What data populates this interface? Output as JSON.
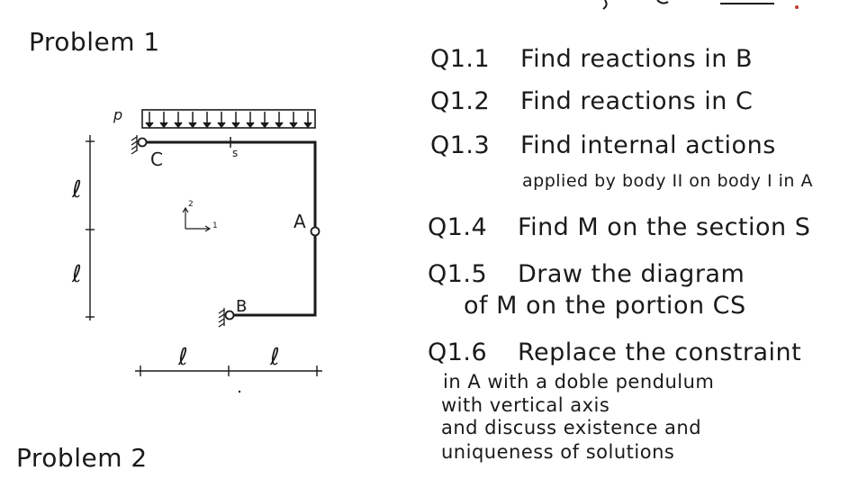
{
  "problem1": {
    "title": "Problem 1"
  },
  "problem2": {
    "title": "Problem 2"
  },
  "diagram": {
    "load_label": "p",
    "label_C": "C",
    "label_S": "s",
    "label_A": "A",
    "label_B": "B",
    "length_symbol": "ℓ",
    "axis_y": "2",
    "axis_x": "1"
  },
  "questions": [
    {
      "num": "Q1.1",
      "text": "Find reactions in B"
    },
    {
      "num": "Q1.2",
      "text": "Find reactions in C"
    },
    {
      "num": "Q1.3",
      "text": "Find internal actions",
      "sub": "applied by body II on body I in A"
    },
    {
      "num": "Q1.4",
      "text": "Find M on the section S"
    },
    {
      "num": "Q1.5",
      "text": "Draw the diagram",
      "sub": "of M on the portion CS"
    },
    {
      "num": "Q1.6",
      "text": "Replace the constraint",
      "sub_lines": [
        "in A with a doble pendulum",
        "with vertical axis",
        "and discuss existence and",
        "uniqueness of solutions"
      ]
    }
  ],
  "colors": {
    "ink": "#1a1a1a",
    "corner_accent": "#c0392b"
  }
}
